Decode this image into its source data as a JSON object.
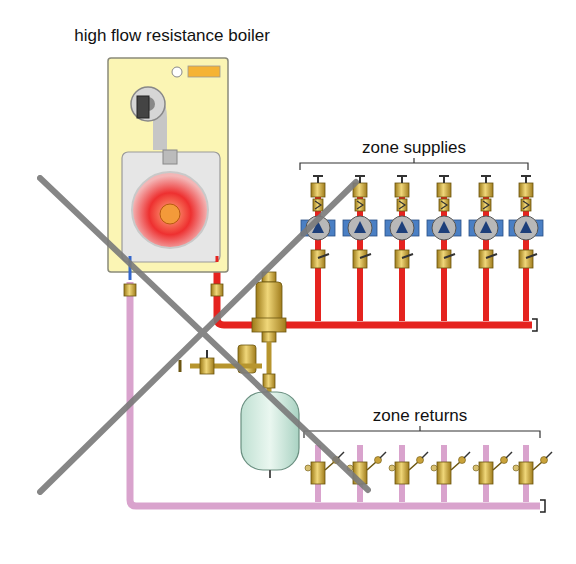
{
  "diagram": {
    "nodes": [
      {
        "text": [
          "high flow resistance boiler"
        ]
      }
    ],
    "labels": [
      "zone supplies",
      "zone returns"
    ]
  }
}
